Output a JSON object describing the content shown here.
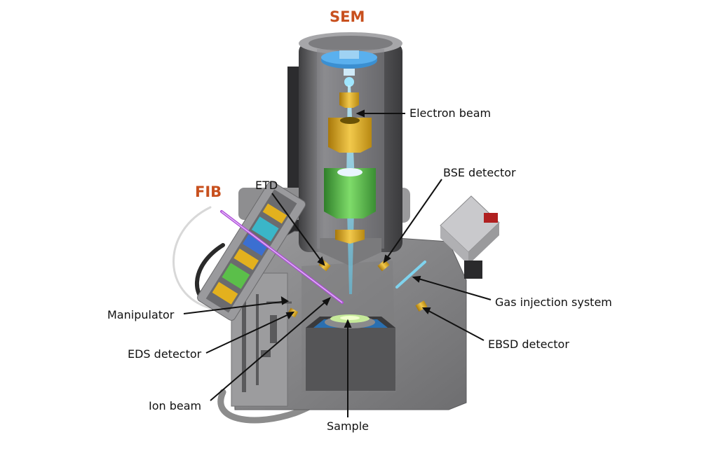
{
  "headings": {
    "sem": "SEM",
    "fib": "FIB"
  },
  "labels": {
    "electron_beam": "Electron beam",
    "bse_detector": "BSE detector",
    "etd": "ETD",
    "gas_injection_system": "Gas injection system",
    "ebsd_detector": "EBSD detector",
    "manipulator": "Manipulator",
    "eds_detector": "EDS detector",
    "ion_beam": "Ion beam",
    "sample": "Sample"
  },
  "colors": {
    "heading": "#c8501e",
    "text": "#111111",
    "chamber": "#8a8a8a",
    "column": "#6e6e70",
    "lens_gold": "#e3b11e",
    "lens_green": "#5bbf4a",
    "electron_beam": "#7fd3ee",
    "ion_beam": "#b04fd8",
    "electron_source": "#3b8fd1"
  }
}
